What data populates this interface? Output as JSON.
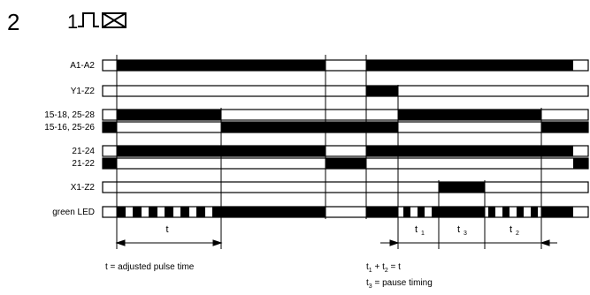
{
  "header": {
    "number": "2",
    "function_prefix": "1",
    "function_icons": [
      "pulse-icon",
      "relay-box-icon"
    ]
  },
  "signals": [
    {
      "label": "A1-A2"
    },
    {
      "label": "Y1-Z2"
    },
    {
      "label": "15-18, 25-28"
    },
    {
      "label": "15-16, 25-26"
    },
    {
      "label": "21-24"
    },
    {
      "label": "21-22"
    },
    {
      "label": "X1-Z2"
    },
    {
      "label": "green LED"
    }
  ],
  "dimensions": {
    "t": {
      "label": "t"
    },
    "t1": {
      "label": "t",
      "sub": "1"
    },
    "t3": {
      "label": "t",
      "sub": "3"
    },
    "t2": {
      "label": "t",
      "sub": "2"
    }
  },
  "notes": {
    "pulse": "t = adjusted pulse time",
    "sum_a": "t",
    "sum_a_sub": "1",
    "sum_plus": " + t",
    "sum_b_sub": "2",
    "sum_eq": " = t",
    "pause_a": "t",
    "pause_a_sub": "3",
    "pause_eq": " = pause timing"
  },
  "colors": {
    "ink": "#000000",
    "paper": "#ffffff"
  }
}
